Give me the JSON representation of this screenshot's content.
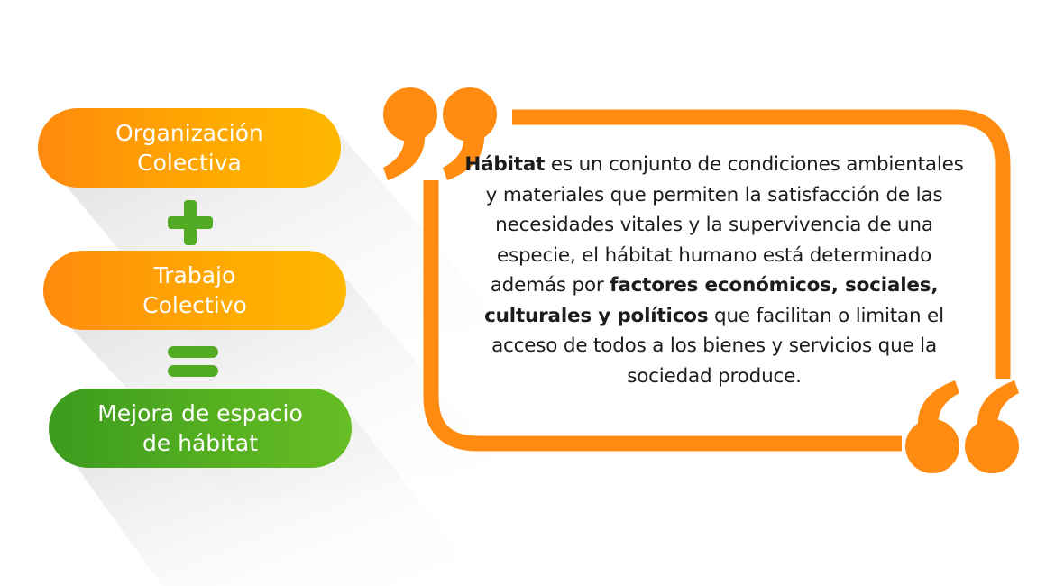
{
  "equation": {
    "term_1": "Organización\nColectiva",
    "operator_1": "+",
    "term_2": "Trabajo\nColectivo",
    "operator_2": "=",
    "result": "Mejora de espacio\nde hábitat"
  },
  "quote": {
    "segments": [
      {
        "text": "Hábitat",
        "bold": true
      },
      {
        "text": " es un conjunto de condiciones ambientales y materiales que permiten la satisfacción de las necesidades vitales y la supervivencia de una especie, el hábitat humano está determinado además por ",
        "bold": false
      },
      {
        "text": "factores económicos, sociales, culturales y políticos",
        "bold": true
      },
      {
        "text": " que facilitan o limitan el acceso de todos a los bienes y servicios que la  sociedad produce.",
        "bold": false
      }
    ]
  },
  "colors": {
    "orange": "#ff8a0e",
    "orange_light": "#ffb800",
    "green": "#52ab22",
    "frame_orange": "#ff8b10",
    "text": "#1c1c1c"
  }
}
